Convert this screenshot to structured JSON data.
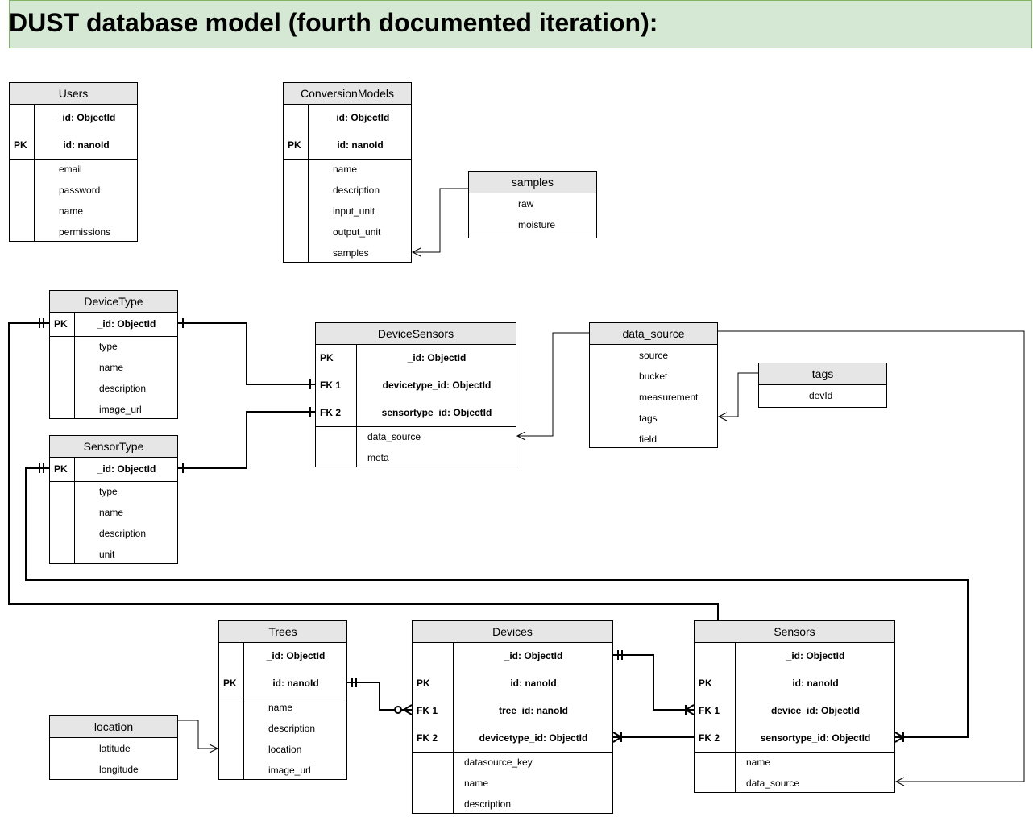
{
  "title": "DUST database model (fourth documented iteration):",
  "entities": {
    "users": {
      "name": "Users",
      "rows": [
        {
          "key": "",
          "text": "_id: ObjectId",
          "bold": true
        },
        {
          "key": "PK",
          "text": "id: nanoId",
          "bold": true
        },
        {
          "key": "",
          "text": "email"
        },
        {
          "key": "",
          "text": "password"
        },
        {
          "key": "",
          "text": "name"
        },
        {
          "key": "",
          "text": "permissions"
        }
      ]
    },
    "conversion_models": {
      "name": "ConversionModels",
      "rows": [
        {
          "key": "",
          "text": "_id: ObjectId",
          "bold": true
        },
        {
          "key": "PK",
          "text": "id: nanoId",
          "bold": true
        },
        {
          "key": "",
          "text": "name"
        },
        {
          "key": "",
          "text": "description"
        },
        {
          "key": "",
          "text": "input_unit"
        },
        {
          "key": "",
          "text": "output_unit"
        },
        {
          "key": "",
          "text": "samples"
        }
      ]
    },
    "samples": {
      "name": "samples",
      "rows": [
        {
          "text": "raw"
        },
        {
          "text": "moisture"
        }
      ]
    },
    "device_type": {
      "name": "DeviceType",
      "rows": [
        {
          "key": "PK",
          "text": "_id: ObjectId",
          "bold": true
        },
        {
          "key": "",
          "text": "type"
        },
        {
          "key": "",
          "text": "name"
        },
        {
          "key": "",
          "text": "description"
        },
        {
          "key": "",
          "text": "image_url"
        }
      ]
    },
    "sensor_type": {
      "name": "SensorType",
      "rows": [
        {
          "key": "PK",
          "text": "_id: ObjectId",
          "bold": true
        },
        {
          "key": "",
          "text": "type"
        },
        {
          "key": "",
          "text": "name"
        },
        {
          "key": "",
          "text": "description"
        },
        {
          "key": "",
          "text": "unit"
        }
      ]
    },
    "device_sensors": {
      "name": "DeviceSensors",
      "rows": [
        {
          "key": "PK",
          "text": "_id: ObjectId",
          "bold": true
        },
        {
          "key": "FK 1",
          "text": "devicetype_id: ObjectId",
          "bold": true
        },
        {
          "key": "FK 2",
          "text": "sensortype_id: ObjectId",
          "bold": true
        },
        {
          "key": "",
          "text": "data_source"
        },
        {
          "key": "",
          "text": "meta"
        }
      ]
    },
    "data_source": {
      "name": "data_source",
      "rows": [
        {
          "text": "source"
        },
        {
          "text": "bucket"
        },
        {
          "text": "measurement"
        },
        {
          "text": "tags"
        },
        {
          "text": "field"
        }
      ]
    },
    "tags": {
      "name": "tags",
      "rows": [
        {
          "text": "devId"
        }
      ]
    },
    "location": {
      "name": "location",
      "rows": [
        {
          "text": "latitude"
        },
        {
          "text": "longitude"
        }
      ]
    },
    "trees": {
      "name": "Trees",
      "rows": [
        {
          "key": "",
          "text": "_id: ObjectId",
          "bold": true
        },
        {
          "key": "PK",
          "text": "id: nanoId",
          "bold": true
        },
        {
          "key": "",
          "text": "name"
        },
        {
          "key": "",
          "text": "description"
        },
        {
          "key": "",
          "text": "location"
        },
        {
          "key": "",
          "text": "image_url"
        }
      ]
    },
    "devices": {
      "name": "Devices",
      "rows": [
        {
          "key": "",
          "text": "_id: ObjectId",
          "bold": true
        },
        {
          "key": "PK",
          "text": "id: nanoId",
          "bold": true
        },
        {
          "key": "FK 1",
          "text": "tree_id: nanoId",
          "bold": true
        },
        {
          "key": "FK 2",
          "text": "devicetype_id: ObjectId",
          "bold": true
        },
        {
          "key": "",
          "text": "datasource_key"
        },
        {
          "key": "",
          "text": "name"
        },
        {
          "key": "",
          "text": "description"
        }
      ]
    },
    "sensors": {
      "name": "Sensors",
      "rows": [
        {
          "key": "",
          "text": "_id: ObjectId",
          "bold": true
        },
        {
          "key": "PK",
          "text": "id: nanoId",
          "bold": true
        },
        {
          "key": "FK 1",
          "text": "device_id: ObjectId",
          "bold": true
        },
        {
          "key": "FK 2",
          "text": "sensortype_id: ObjectId",
          "bold": true
        },
        {
          "key": "",
          "text": "name"
        },
        {
          "key": "",
          "text": "data_source"
        }
      ]
    }
  }
}
